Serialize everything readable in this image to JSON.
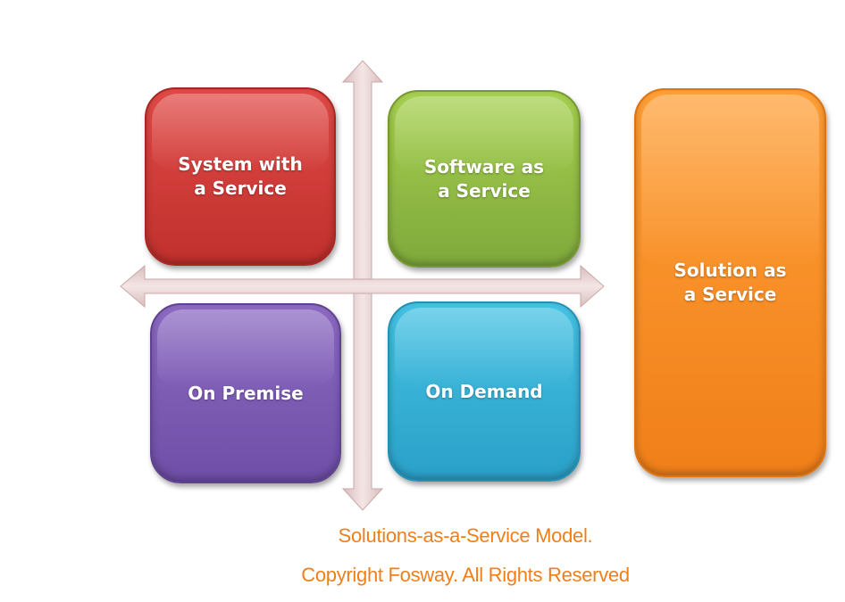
{
  "diagram": {
    "quadrants": {
      "top_left": "System with\na Service",
      "top_right": "Software as\na Service",
      "bottom_left": "On Premise",
      "bottom_right": "On Demand"
    },
    "side_box": "Solution as\na Service",
    "colors": {
      "top_left": "#d63d3a",
      "top_right": "#93c048",
      "bottom_left": "#7d5bb5",
      "bottom_right": "#38b1d6",
      "side_box": "#f88e25",
      "axes": "#ead6d6",
      "caption": "#f07f19"
    }
  },
  "captions": {
    "model": "Solutions-as-a-Service Model.",
    "copyright": "Copyright Fosway. All Rights Reserved"
  }
}
